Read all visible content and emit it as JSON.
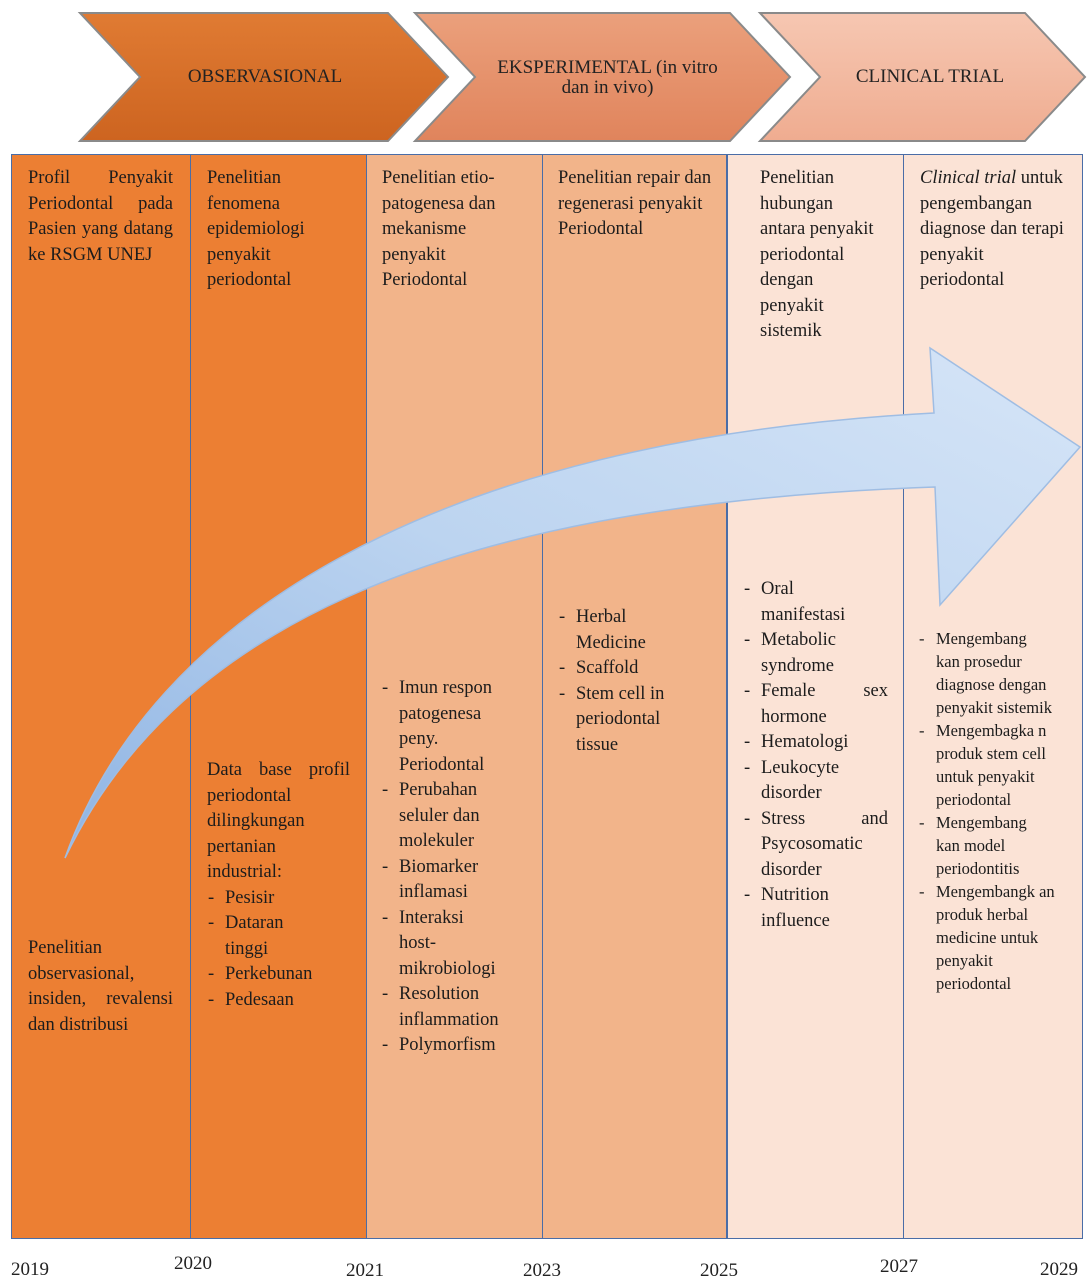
{
  "phases": [
    {
      "label": "OBSERVASIONAL",
      "color": "#d2691e"
    },
    {
      "label": "EKSPERIMENTAL (in vitro dan in vivo)",
      "color": "#e3906a"
    },
    {
      "label": "CLINICAL TRIAL",
      "color": "#f2b9a0"
    }
  ],
  "columns": [
    {
      "title": "Profil Penyakit Periodontal pada Pasien yang datang ke RSGM UNEJ",
      "bottom_text": "Penelitian observasional, insiden, revalensi dan distribusi",
      "color": "#ec7f33"
    },
    {
      "title": "Penelitian fenomena epidemiologi penyakit periodontal",
      "bottom_intro": "Data base profil periodontal dilingkungan pertanian industrial:",
      "items": [
        "Pesisir",
        "Dataran tinggi",
        "Perkebunan",
        "Pedesaan"
      ],
      "color": "#ec7f33"
    },
    {
      "title": "Penelitian etio-patogenesa dan mekanisme penyakit Periodontal",
      "items": [
        "Imun respon patogenesa peny. Periodontal",
        "Perubahan seluler dan molekuler",
        "Biomarker inflamasi",
        "Interaksi host-mikrobiologi",
        "Resolution inflammation",
        "Polymorfism"
      ],
      "color": "#f2b48a"
    },
    {
      "title": "Penelitian repair dan regenerasi penyakit Periodontal",
      "items": [
        "Herbal Medicine",
        "Scaffold",
        "Stem cell in periodontal tissue"
      ],
      "color": "#f2b48a"
    },
    {
      "title": "Penelitian hubungan antara penyakit periodontal dengan penyakit sistemik",
      "items": [
        "Oral manifestasi",
        "Metabolic syndrome",
        "Female sex hormone",
        "Hematologi",
        "Leukocyte disorder",
        "Stress and Psycosomatic disorder",
        "Nutrition influence"
      ],
      "color": "#fbe3d6"
    },
    {
      "title_italic": "Clinical trial",
      "title": "untuk pengembangan diagnose dan terapi penyakit periodontal",
      "items": [
        "Mengembang kan prosedur diagnose dengan penyakit sistemik",
        "Mengembagka n produk stem cell untuk penyakit periodontal",
        "Mengembang kan model periodontitis",
        "Mengembangk an produk herbal medicine untuk penyakit periodontal"
      ],
      "color": "#fbe3d6"
    }
  ],
  "years": [
    "2019",
    "2020",
    "2021",
    "2023",
    "2025",
    "2027",
    "2029"
  ],
  "colors": {
    "border": "#4a6da7",
    "arrow": "#b7d0ee"
  }
}
